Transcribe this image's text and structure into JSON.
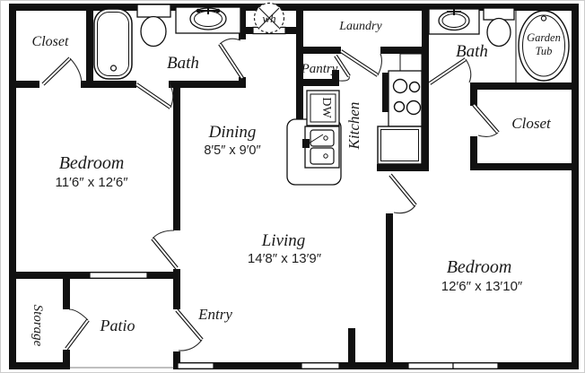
{
  "rooms": {
    "closet_top_left": {
      "label": "Closet"
    },
    "bath_left": {
      "label": "Bath"
    },
    "laundry": {
      "label": "Laundry"
    },
    "pantry": {
      "label": "Pantry"
    },
    "kitchen": {
      "label": "Kitchen"
    },
    "bath_right": {
      "label": "Bath"
    },
    "garden_tub": {
      "label_lines": [
        "Garden",
        "Tub"
      ]
    },
    "closet_right": {
      "label": "Closet"
    },
    "bedroom_left": {
      "label": "Bedroom",
      "dims": "11′6″ x 12′6″"
    },
    "dining": {
      "label": "Dining",
      "dims": "8′5″ x 9′0″"
    },
    "living": {
      "label": "Living",
      "dims": "14′8″ x 13′9″"
    },
    "bedroom_right": {
      "label": "Bedroom",
      "dims": "12′6″ x 13′10″"
    },
    "storage": {
      "label": "Storage"
    },
    "patio": {
      "label": "Patio"
    },
    "entry": {
      "label": "Entry"
    }
  },
  "fixtures": {
    "water_heater_label": "wh",
    "dishwasher_label": "DW"
  },
  "colors": {
    "wall": "#111111",
    "background": "#ffffff",
    "text": "#1a1a1a"
  }
}
